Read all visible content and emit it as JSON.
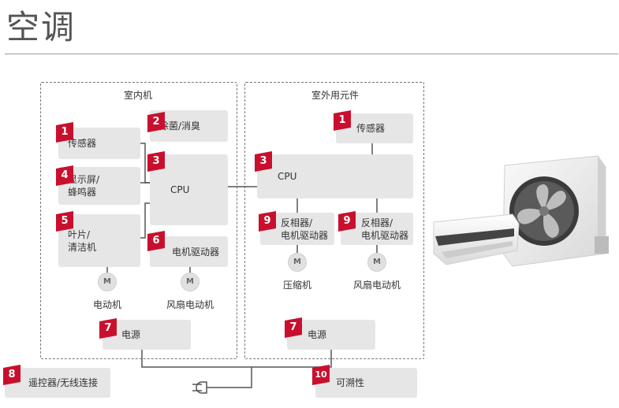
{
  "title": "空调",
  "groups": {
    "indoor": "室内机",
    "outdoor": "室外用元件"
  },
  "boxes": {
    "sensor_in": "传感器",
    "sterilize": "除菌/消臭",
    "cpu_in": "CPU",
    "display_l1": "显示屏/",
    "display_l2": "蜂鸣器",
    "blade_l1": "叶片/",
    "blade_l2": "清洁机",
    "motor_driver_in": "电机驱动器",
    "power_in": "电源",
    "sensor_out": "传感器",
    "cpu_out": "CPU",
    "inv1_l1": "反相器/",
    "inv1_l2": "电机驱动器",
    "inv2_l1": "反相器/",
    "inv2_l2": "电机驱动器",
    "power_out": "电源",
    "remote": "遥控器/无线连接",
    "trace": "可溯性"
  },
  "badges": [
    "1",
    "2",
    "3",
    "4",
    "5",
    "6",
    "7",
    "1",
    "3",
    "9",
    "9",
    "7",
    "8",
    "10"
  ],
  "motor_symbol": "M",
  "motor_labels": {
    "motor1": "电动机",
    "motor2": "风扇电动机",
    "motor3": "压缩机",
    "motor4": "风扇电动机"
  },
  "colors": {
    "badge": "#c8102e",
    "box": "#e6e6e6",
    "dashed_border": "#777777"
  }
}
